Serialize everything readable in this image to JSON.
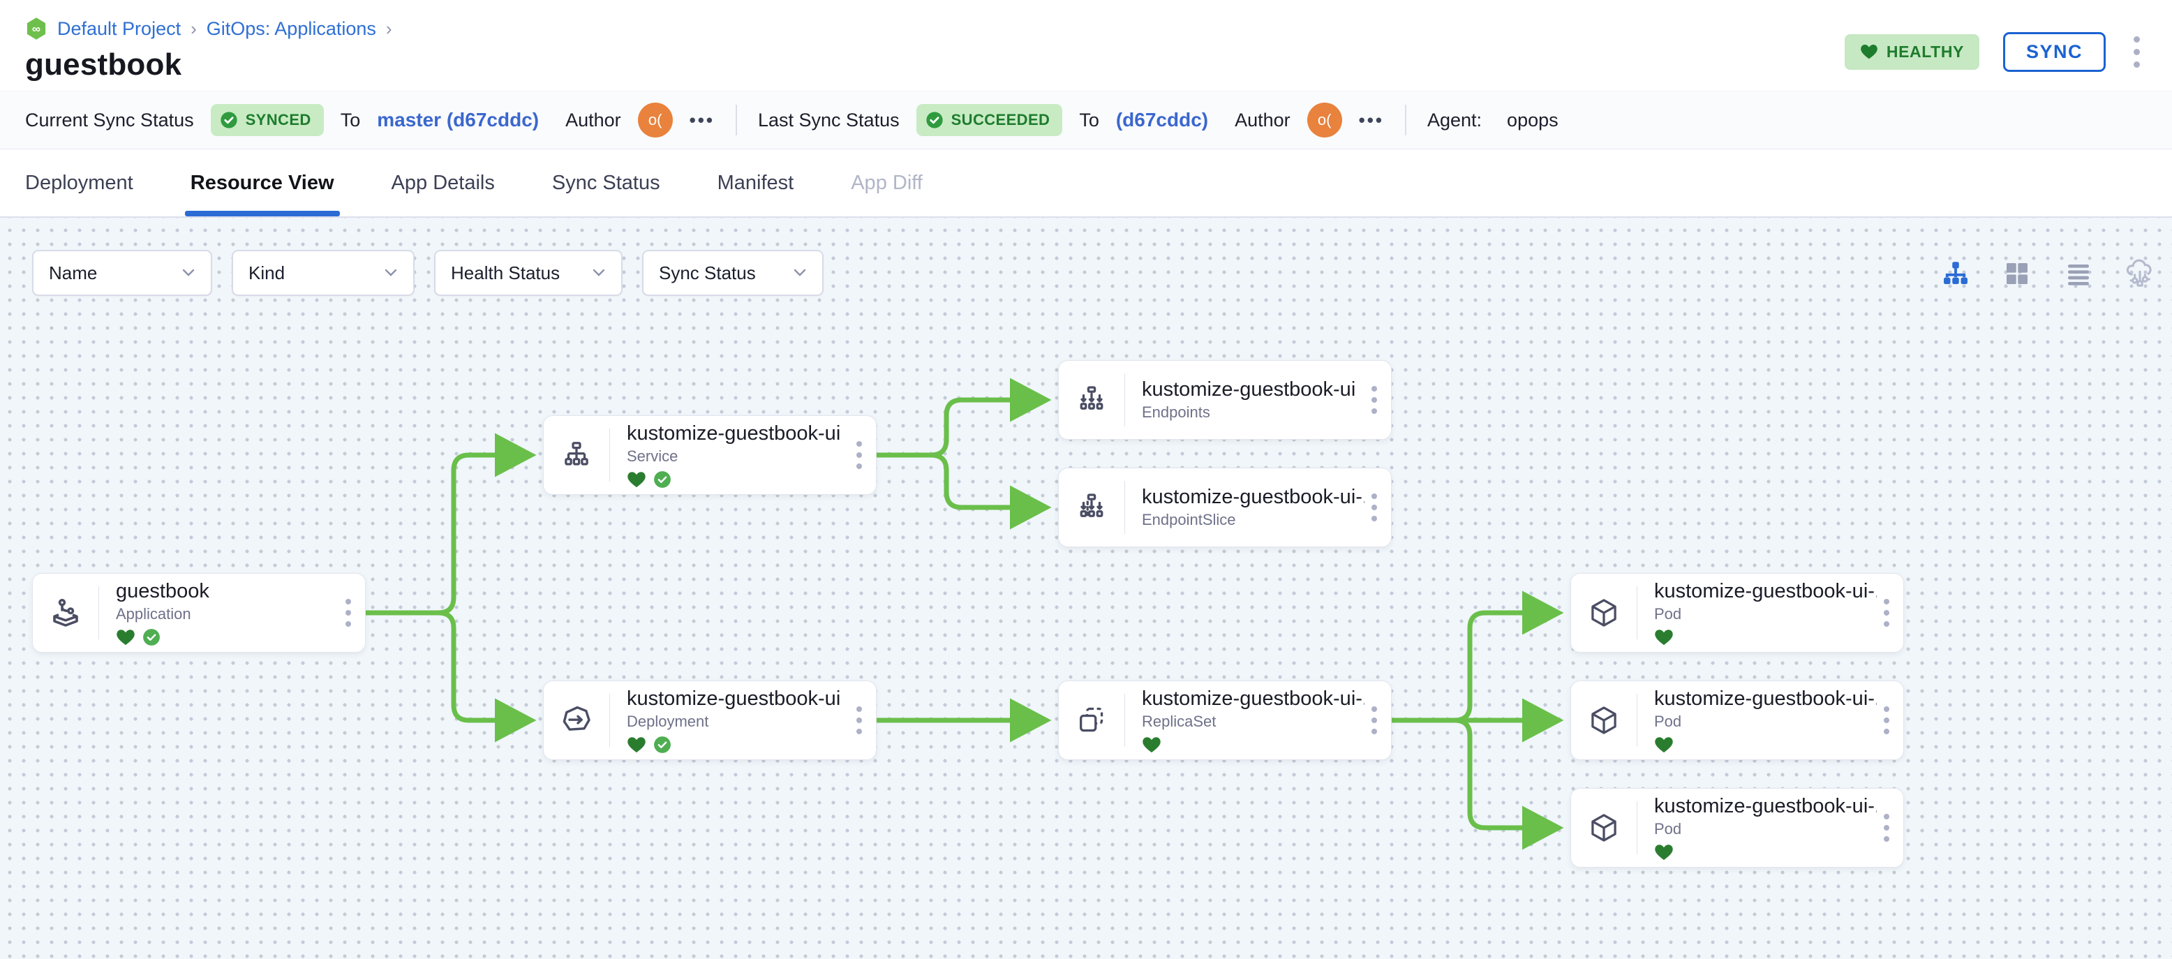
{
  "breadcrumb": {
    "project": "Default Project",
    "separator1": "›",
    "section": "GitOps: Applications",
    "separator2": "›"
  },
  "header": {
    "title": "guestbook",
    "health_badge": "HEALTHY",
    "sync_button": "SYNC"
  },
  "status_bar": {
    "current": {
      "label": "Current Sync Status",
      "badge": "SYNCED",
      "to": "To",
      "revision": "master (d67cddc)",
      "author": "Author",
      "avatar": "o(",
      "more": "•••"
    },
    "last": {
      "label": "Last Sync Status",
      "badge": "SUCCEEDED",
      "to": "To",
      "revision": "(d67cddc)",
      "author": "Author",
      "avatar": "o(",
      "more": "•••"
    },
    "agent_label": "Agent:",
    "agent_value": "opops"
  },
  "tabs": [
    {
      "label": "Deployment"
    },
    {
      "label": "Resource View"
    },
    {
      "label": "App Details"
    },
    {
      "label": "Sync Status"
    },
    {
      "label": "Manifest"
    },
    {
      "label": "App Diff"
    }
  ],
  "filters": [
    {
      "label": "Name"
    },
    {
      "label": "Kind"
    },
    {
      "label": "Health Status"
    },
    {
      "label": "Sync Status"
    }
  ],
  "view_toggles": [
    "tree-view",
    "grid-view",
    "list-view",
    "cluster-view"
  ],
  "graph": {
    "nodes": [
      {
        "name": "guestbook",
        "kind": "Application",
        "healthy": true,
        "synced": true
      },
      {
        "name": "kustomize-guestbook-ui",
        "kind": "Service",
        "healthy": true,
        "synced": true
      },
      {
        "name": "kustomize-guestbook-ui",
        "kind": "Endpoints",
        "healthy": false,
        "synced": false
      },
      {
        "name": "kustomize-guestbook-ui-...",
        "kind": "EndpointSlice",
        "healthy": false,
        "synced": false
      },
      {
        "name": "kustomize-guestbook-ui",
        "kind": "Deployment",
        "healthy": true,
        "synced": true
      },
      {
        "name": "kustomize-guestbook-ui-...",
        "kind": "ReplicaSet",
        "healthy": true,
        "synced": false
      },
      {
        "name": "kustomize-guestbook-ui-...",
        "kind": "Pod",
        "healthy": true,
        "synced": false
      },
      {
        "name": "kustomize-guestbook-ui-...",
        "kind": "Pod",
        "healthy": true,
        "synced": false
      },
      {
        "name": "kustomize-guestbook-ui-...",
        "kind": "Pod",
        "healthy": true,
        "synced": false
      }
    ]
  },
  "colors": {
    "accent_blue": "#2b6bd4",
    "link_blue": "#3b67ce",
    "edge_green": "#6abf4a",
    "badge_green_bg": "#c8ebc4",
    "badge_green_text": "#1e7c2d",
    "heart_green": "#2a7d2f",
    "check_green": "#4fae52",
    "avatar_orange": "#e8823d"
  }
}
